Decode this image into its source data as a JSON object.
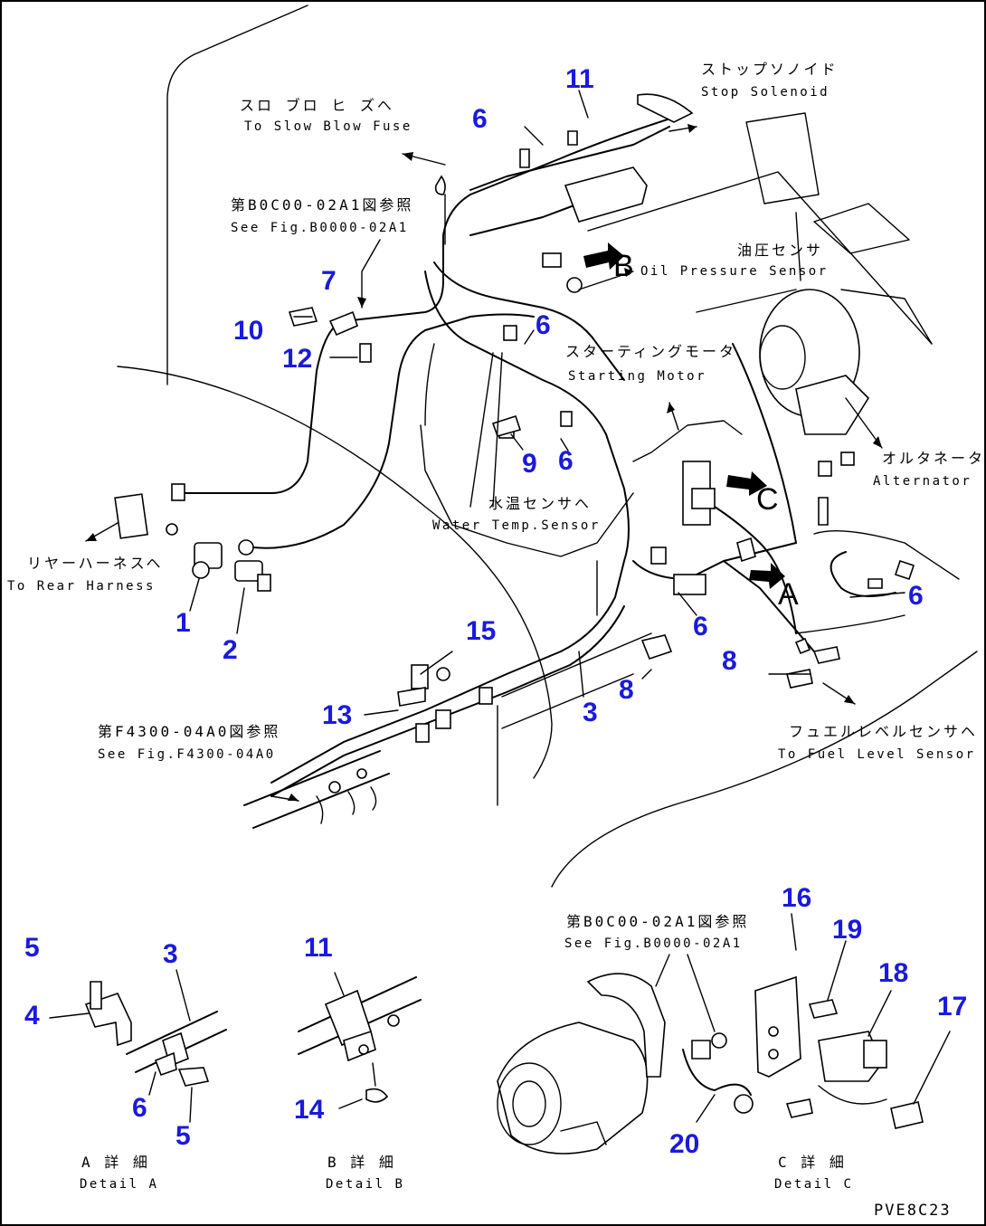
{
  "callouts": [
    "1",
    "2",
    "3",
    "4",
    "5",
    "6",
    "7",
    "8",
    "9",
    "10",
    "11",
    "12",
    "13",
    "14",
    "15",
    "16",
    "17",
    "18",
    "19",
    "20"
  ],
  "view_letters": {
    "a": "A",
    "b": "B",
    "c": "C"
  },
  "labels": {
    "slow_blow_fuse": {
      "jp": "スロ ブロ ヒ ズヘ",
      "en": "To Slow Blow Fuse"
    },
    "stop_solenoid": {
      "jp": "ストップソノイド",
      "en": "Stop Solenoid"
    },
    "ref_b0000_top": {
      "jp": "第B0C00-02A1図参照",
      "en": "See Fig.B0000-02A1"
    },
    "oil_pressure": {
      "jp": "油圧センサ",
      "en": "Oil Pressure Sensor"
    },
    "starting_motor": {
      "jp": "スターティングモータ",
      "en": "Starting Motor"
    },
    "alternator": {
      "jp": "オルタネータ",
      "en": "Alternator"
    },
    "water_temp": {
      "jp": "水温センサヘ",
      "en": "Water Temp.Sensor"
    },
    "rear_harness": {
      "jp": "リヤーハーネスヘ",
      "en": "To Rear Harness"
    },
    "ref_f4300": {
      "jp": "第F4300-04A0図参照",
      "en": "See Fig.F4300-04A0"
    },
    "fuel_level": {
      "jp": "フュエルレベルセンサヘ",
      "en": "To Fuel Level Sensor"
    },
    "ref_b0000_detail": {
      "jp": "第B0C00-02A1図参照",
      "en": "See Fig.B0000-02A1"
    },
    "detail_a": {
      "jp": "A 詳 細",
      "en": "Detail A"
    },
    "detail_b": {
      "jp": "B 詳 細",
      "en": "Detail B"
    },
    "detail_c": {
      "jp": "C 詳 細",
      "en": "Detail C"
    }
  },
  "drawing_code": "PVE8C23"
}
